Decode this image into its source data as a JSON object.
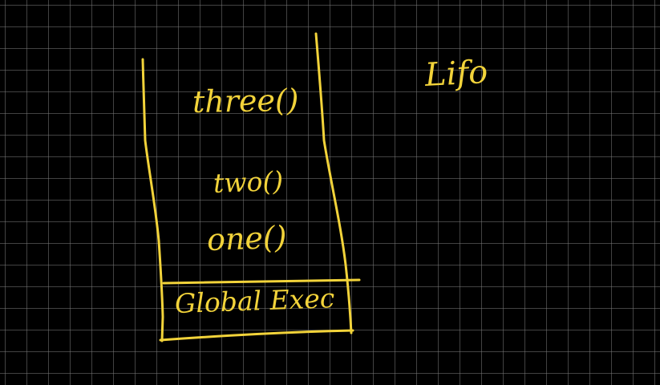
{
  "ink_color": "#f2d33a",
  "background_color": "#000000",
  "stack": {
    "frames": [
      {
        "label": "three()"
      },
      {
        "label": "two()"
      },
      {
        "label": "one()"
      }
    ],
    "base": {
      "label": "Global Exec"
    }
  },
  "note": {
    "label": "Lifo"
  }
}
